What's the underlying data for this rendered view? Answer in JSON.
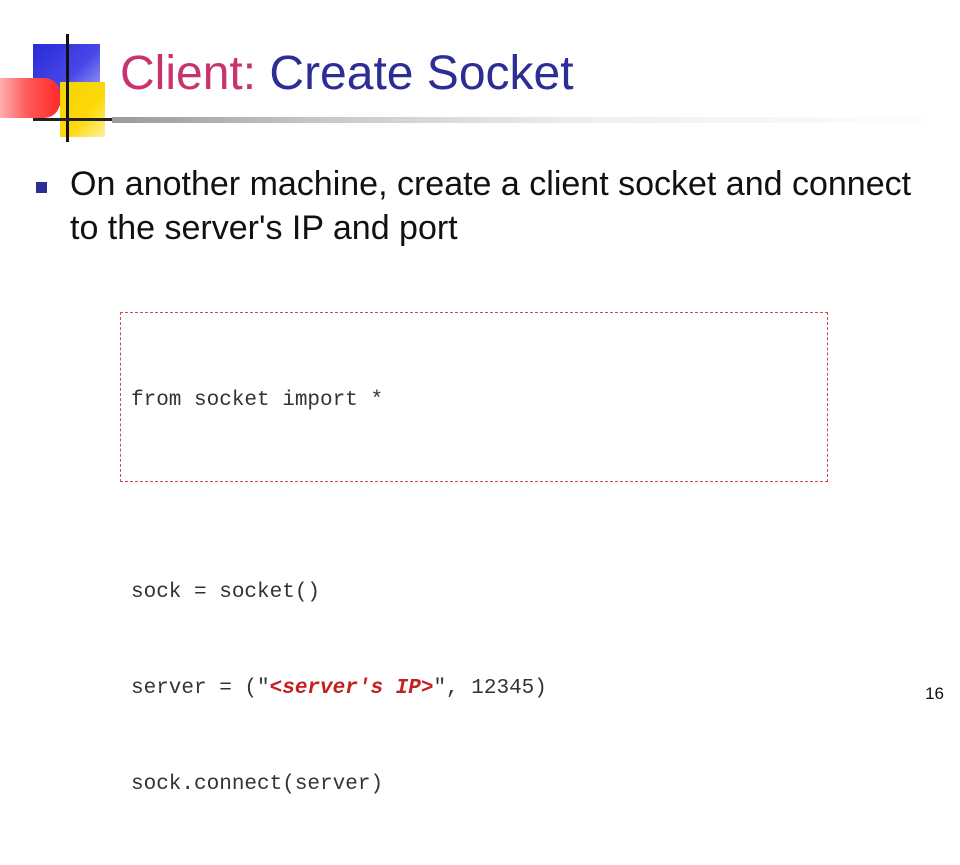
{
  "title": {
    "part1": "Client:",
    "part2": " Create Socket"
  },
  "bullets": [
    "On another machine, create a client socket and connect to the server's IP and port"
  ],
  "code": {
    "line1": "from socket import *",
    "line2": "",
    "line3": "sock = socket()",
    "line4_prefix": "server = (\"",
    "line4_placeholder": "<server's IP>",
    "line4_suffix": "\", 12345)",
    "line5": "sock.connect(server)"
  },
  "page_number": "16",
  "colors": {
    "title_client": "#c8336e",
    "title_rest": "#2d2d96",
    "bullet": "#2d2d96",
    "code_border": "#d14a4a",
    "code_placeholder": "#c42020"
  },
  "icons": {
    "logo": "corner-squares-logo",
    "bullet": "square-bullet"
  }
}
